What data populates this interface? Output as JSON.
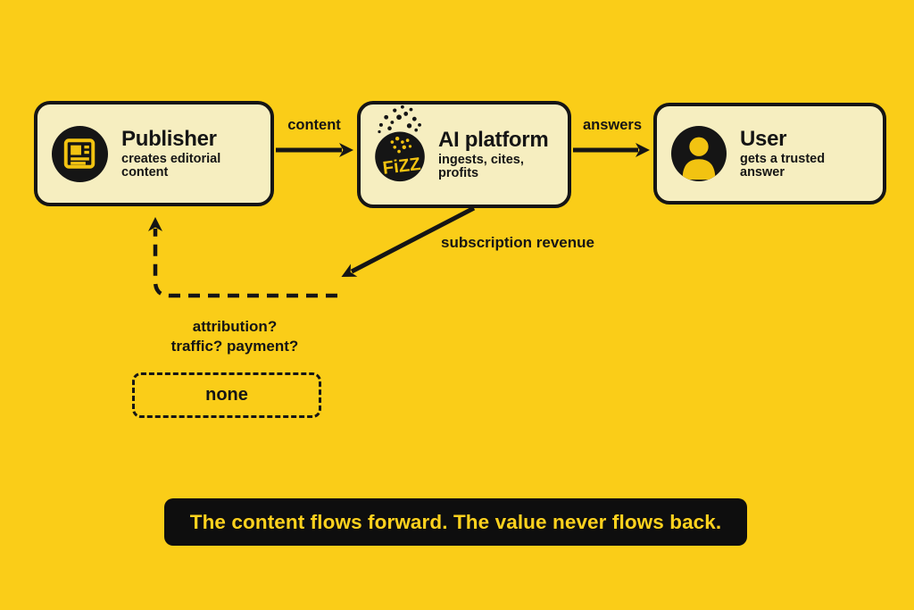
{
  "colors": {
    "background": "#FACD18",
    "node_fill": "#F6EEC0",
    "ink": "#151515",
    "icon_yellow": "#F2C311",
    "banner_bg": "#0E0E0E",
    "banner_text": "#FFD21E"
  },
  "nodes": [
    {
      "title": "Publisher",
      "subtitle": "creates editorial content",
      "icon": "newspaper-icon"
    },
    {
      "title": "AI platform",
      "subtitle": "ingests, cites, profits",
      "icon": "fizz-icon",
      "icon_text": "FiZZ"
    },
    {
      "title": "User",
      "subtitle": "gets a trusted answer",
      "icon": "person-icon"
    }
  ],
  "flow_labels": {
    "content": "content",
    "answers": "answers",
    "subscription": "subscription revenue"
  },
  "return_path": {
    "question_line1": "attribution?",
    "question_line2": "traffic? payment?",
    "result": "none"
  },
  "banner": {
    "text": "The content flows forward. The value never flows back."
  }
}
